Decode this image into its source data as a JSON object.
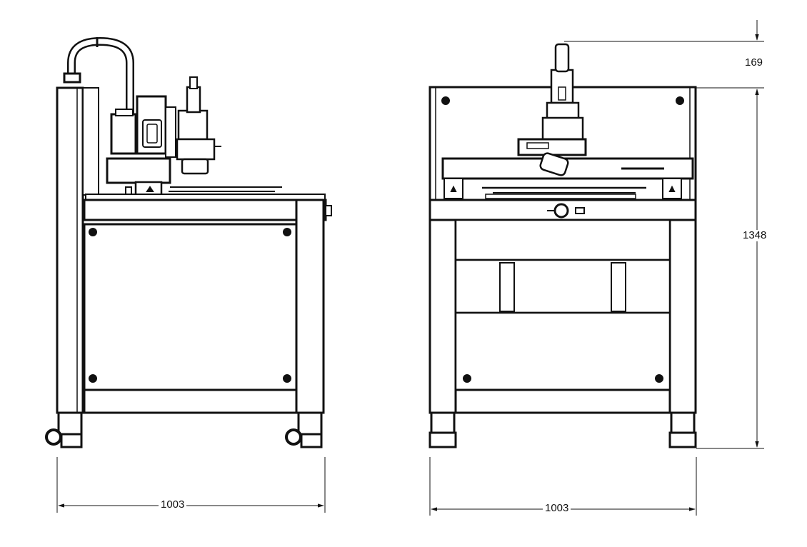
{
  "dimensions": {
    "side_width": "1003",
    "front_width": "1003",
    "total_height": "1348",
    "head_offset": "169"
  },
  "colors": {
    "line": "#111111",
    "background": "#ffffff"
  }
}
